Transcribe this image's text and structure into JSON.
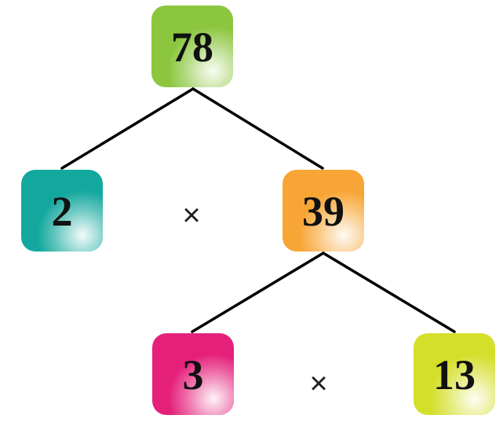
{
  "tree": {
    "nodes": [
      {
        "id": "n78",
        "label": "78",
        "color": "#8cc63f"
      },
      {
        "id": "n2",
        "label": "2",
        "color": "#13a89e"
      },
      {
        "id": "n39",
        "label": "39",
        "color": "#f7a534"
      },
      {
        "id": "n3",
        "label": "3",
        "color": "#e5207b"
      },
      {
        "id": "n13",
        "label": "13",
        "color": "#d4df2a"
      }
    ],
    "edges": [
      {
        "from": "n78",
        "to": "n2"
      },
      {
        "from": "n78",
        "to": "n39"
      },
      {
        "from": "n39",
        "to": "n3"
      },
      {
        "from": "n39",
        "to": "n13"
      }
    ],
    "operators": [
      {
        "id": "op1",
        "symbol": "×"
      },
      {
        "id": "op2",
        "symbol": "×"
      }
    ]
  }
}
